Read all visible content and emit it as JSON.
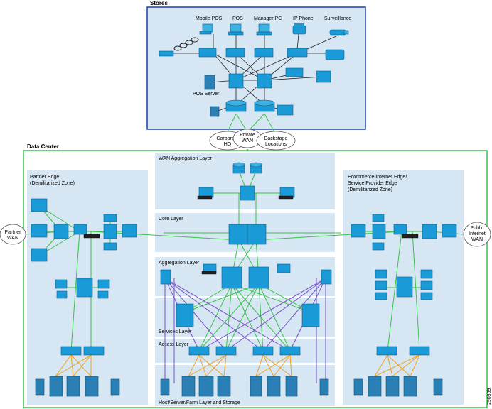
{
  "stores": {
    "title": "Stores",
    "devices": [
      "Mobile POS",
      "POS",
      "Manager PC",
      "IP Phone",
      "Surveillance"
    ],
    "pos_server": "POS Server"
  },
  "clouds": {
    "corporate": [
      "Corporate",
      "HQ"
    ],
    "private": [
      "Private",
      "WAN"
    ],
    "backstage": [
      "Backstage",
      "Locations"
    ],
    "partner": [
      "Partner",
      "WAN"
    ],
    "public": [
      "Public",
      "Internet",
      "WAN"
    ]
  },
  "data_center": {
    "title": "Data Center",
    "wan_agg": "WAN Aggregation Layer",
    "core": "Core Layer",
    "aggregation": "Aggregation Layer",
    "services": "Services Layer",
    "access": "Access Layer",
    "host": "Host/Server/Farm Layer and Storage",
    "partner_edge": [
      "Partner Edge",
      "(Demilitarized Zone)"
    ],
    "ecommerce_edge": [
      "Ecommerce/Internet Edge/",
      "Service Provider Edge",
      "(Demilitarized Zone)"
    ]
  },
  "figure_id": "290859"
}
